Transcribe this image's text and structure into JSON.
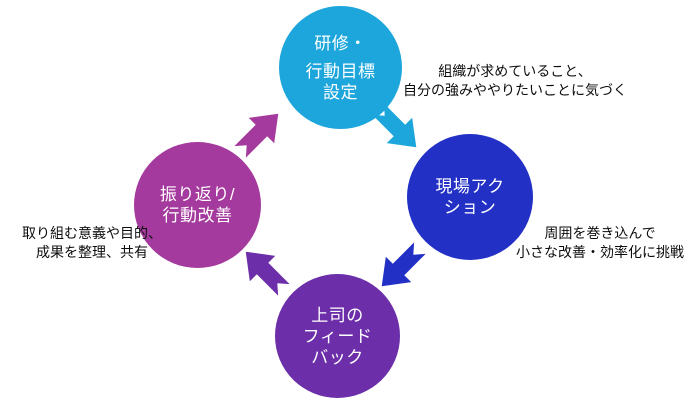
{
  "colors": {
    "background": "#FFFFFF",
    "cyan": "#1CA6DB",
    "blue": "#2230C6",
    "purple": "#6C2FA9",
    "magenta": "#A43A9D",
    "node_text": "#FFFFFF",
    "note_text": "#0D0D0D"
  },
  "diagram": {
    "type": "cycle",
    "direction": "clockwise",
    "nodes": [
      {
        "id": "training-goal-setting",
        "color": "#1CA6DB",
        "lines": [
          "研修・",
          "行動目標",
          "設定"
        ]
      },
      {
        "id": "onsite-action",
        "color": "#2230C6",
        "lines": [
          "現場アク",
          "ション"
        ]
      },
      {
        "id": "supervisor-feedback",
        "color": "#6C2FA9",
        "lines": [
          "上司の",
          "フィード",
          "バック"
        ]
      },
      {
        "id": "reflection-improvement",
        "color": "#A43A9D",
        "lines": [
          "振り返り/",
          "行動改善"
        ]
      }
    ],
    "arrows": [
      {
        "from": "training-goal-setting",
        "to": "onsite-action",
        "color": "#1CA6DB"
      },
      {
        "from": "onsite-action",
        "to": "supervisor-feedback",
        "color": "#2230C6"
      },
      {
        "from": "supervisor-feedback",
        "to": "reflection-improvement",
        "color": "#6C2FA9"
      },
      {
        "from": "reflection-improvement",
        "to": "training-goal-setting",
        "color": "#A43A9D"
      }
    ],
    "annotations": [
      {
        "id": "note-top-right",
        "lines": [
          "組織が求めていること、",
          "自分の強みややりたいことに気づく"
        ]
      },
      {
        "id": "note-bottom-right",
        "lines": [
          "周囲を巻き込んで",
          "小さな改善・効率化に挑戦"
        ]
      },
      {
        "id": "note-left",
        "lines": [
          "取り組む意義や目的、",
          "成果を整理、共有"
        ]
      }
    ]
  }
}
